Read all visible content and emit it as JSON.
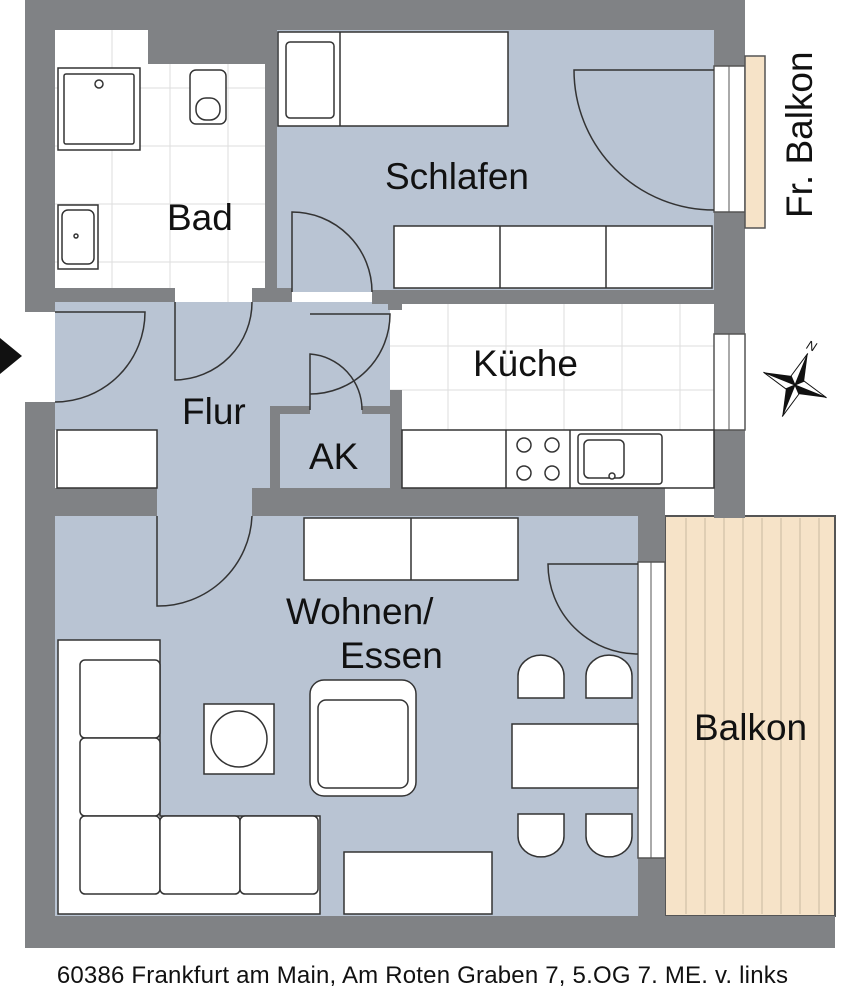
{
  "rooms": {
    "bad": "Bad",
    "schlafen": "Schlafen",
    "kueche": "Küche",
    "flur": "Flur",
    "ak": "AK",
    "wohnen_line1": "Wohnen/",
    "wohnen_line2": "Essen",
    "balkon": "Balkon",
    "fr_balkon": "Fr. Balkon"
  },
  "compass": {
    "north_label": "N"
  },
  "caption": "60386 Frankfurt am Main, Am Roten Graben 7, 5.OG 7. ME. v. links",
  "colors": {
    "wall": "#808285",
    "room_fill": "#b9c4d3",
    "tile_fill": "#ffffff",
    "balcony_fill": "#f6e3c8",
    "furniture_stroke": "#333333"
  }
}
